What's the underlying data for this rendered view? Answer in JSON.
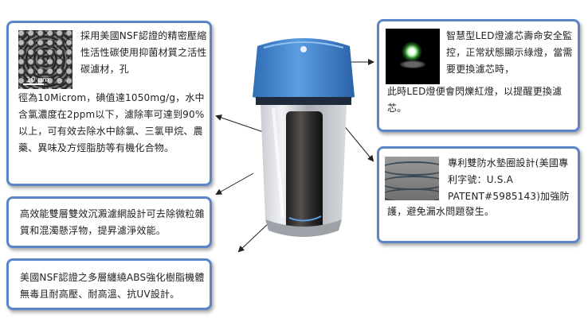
{
  "carbon": {
    "image_caption": "10 μm",
    "text_1": "採用美國NSF認證的精密壓縮性活性碳使用抑菌材質之活性碳濾材，孔",
    "text_2": "徑為10Microm，碘值達1050mg/g，水中含氯濃度在2ppm以下，濾除率可達到90%以上，可有效去除水中餘氯、三氯甲烷、農藥、異味及方烴脂肪等有機化合物。"
  },
  "layer": {
    "text": "高效能雙層雙效沉澱濾網設計可去除微粒雜質和混濁懸浮物，提昇濾淨效能。"
  },
  "abs": {
    "text": "美國NSF認證之多層纏繞ABS強化樹脂機體無毒且耐高壓、耐高溫、抗UV設計。"
  },
  "led": {
    "text_1": "智慧型LED燈濾芯壽命安全監控，正常狀態顯示綠燈，當需要更換濾芯時，",
    "text_2": "此時LED燈便會閃爍紅燈，以提醒更換濾芯。"
  },
  "gasket": {
    "text_1": "專利雙防水墊圈設計(美國專利字號：U.S.A PATENT#5985143)加強防",
    "text_2": "護，避免漏水問題發生。"
  },
  "colors": {
    "border": "#5a86c8",
    "cap_blue": "#3d7cc4",
    "led_green": "#b9ffb0"
  }
}
